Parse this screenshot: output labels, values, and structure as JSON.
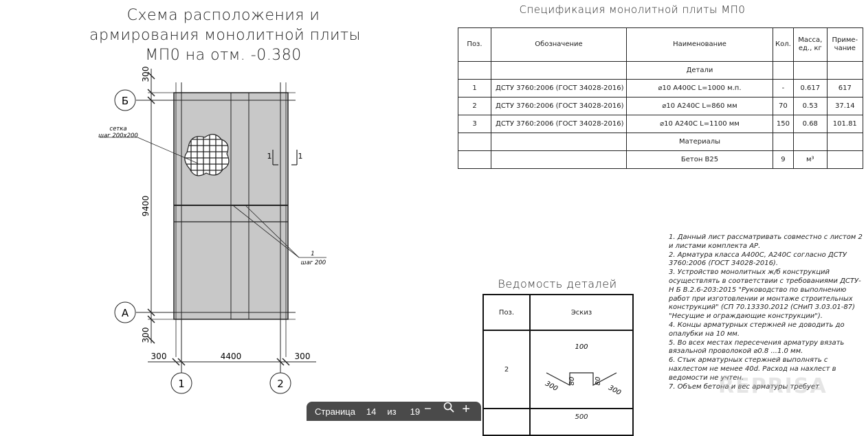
{
  "plan": {
    "title_lines": [
      "Схема расположения и",
      "армирования монолитной плиты",
      "МП0 на отм. -0.380"
    ],
    "axis_b": "Б",
    "axis_a": "А",
    "axis_1": "1",
    "axis_2": "2",
    "dim_top": "300",
    "dim_middle": "9400",
    "dim_bottom": "300",
    "dim_left": "300",
    "dim_width": "4400",
    "dim_right": "300",
    "mesh_label_1": "сетка",
    "mesh_label_2": "шаг 200х200",
    "bar_label_1": "1",
    "bar_label_2": "шаг 200",
    "section_left": "1",
    "section_right": "1"
  },
  "spec": {
    "title": "Спецификация монолитной плиты МП0",
    "headers": [
      "Поз.",
      "Обозначение",
      "Наименование",
      "Кол.",
      "Масса,\nед., кг",
      "Приме-\nчание"
    ],
    "section_parts": "Детали",
    "rows": [
      [
        "1",
        "ДСТУ 3760:2006 (ГОСТ 34028-2016)",
        "⌀10 А400С L=1000 м.п.",
        "-",
        "0.617",
        "617"
      ],
      [
        "2",
        "ДСТУ 3760:2006 (ГОСТ 34028-2016)",
        "⌀10 А240С L=860 мм",
        "70",
        "0.53",
        "37.14"
      ],
      [
        "3",
        "ДСТУ 3760:2006 (ГОСТ 34028-2016)",
        "⌀10 А240С L=1100 мм",
        "150",
        "0.68",
        "101.81"
      ]
    ],
    "section_materials": "Материалы",
    "material_row": [
      "",
      "",
      "Бетон В25",
      "9",
      "м³",
      ""
    ]
  },
  "details": {
    "title": "Ведомость деталей",
    "header_pos": "Поз.",
    "header_sketch": "Эскиз",
    "row_pos": "2",
    "sketch_top": "100",
    "sketch_side_left": "80",
    "sketch_side_right": "80",
    "sketch_leg_left": "300",
    "sketch_leg_right": "300",
    "next_row_value": "500"
  },
  "notes": {
    "text": "1.      Данный лист рассматривать совместно с листом 2 и листами комплекта АР.\n2.      Арматура класса А400С, А240С согласно ДСТУ 3760:2006 (ГОСТ 34028-2016).\n3.      Устройство монолитных ж/б конструкций осуществлять в соответствии с требованиями ДСТУ-Н Б В.2.6-203:2015 \"Руководство по выполнению работ при изготовлении и монтаже строительных конструкций\" (СП 70.13330.2012 (СНиП 3.03.01-87) \"Несущие и ограждающие конструкции\").\n4.      Концы арматурных стержней не доводить до опалубки на 10 мм.\n5.      Во всех местах пересечения арматуру вязать вязальной проволокой ⌀0.8 ...1.0 мм.\n6.      Стык арматурных стержней выполнять с нахлестом не менее 40d. Расход на нахлест в ведомости не учтен.\n7.      Объем бетона и вес арматуры требует"
  },
  "toolbar": {
    "page_label": "Страница",
    "page_current": "14",
    "page_of": "из",
    "page_total": "19",
    "zoom_out": "−",
    "zoom_in": "+"
  },
  "watermark": "REPRISA"
}
